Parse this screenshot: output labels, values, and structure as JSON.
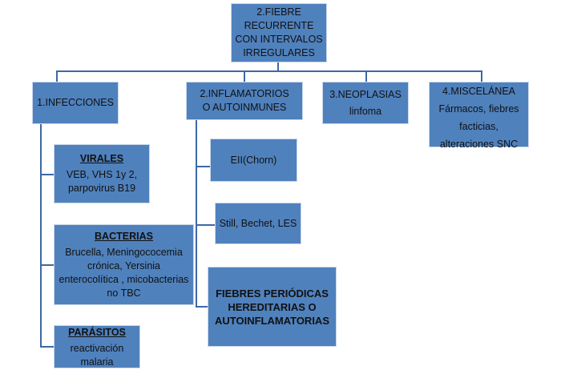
{
  "root": {
    "label": "2.FIEBRE RECURRENTE CON INTERVALOS IRREGULARES"
  },
  "categories": [
    {
      "label": "1.INFECCIONES"
    },
    {
      "label": "2.INFLAMATORIOS O AUTOINMUNES"
    },
    {
      "label": "3.NEOPLASIAS",
      "detail": "linfoma"
    },
    {
      "label": "4.MISCELÁNEA",
      "detail": "Fármacos, fiebres facticias, alteraciones SNC"
    }
  ],
  "infecciones": [
    {
      "title": "VIRALES",
      "detail": "VEB, VHS 1y 2, parpovirus B19"
    },
    {
      "title": "BACTERIAS",
      "detail": "Brucella, Meningococemia crónica, Yersinia enterocolítica , micobacterias no TBC"
    },
    {
      "title": "PARÁSITOS",
      "detail": "reactivación malaria"
    }
  ],
  "inflamatorios": [
    {
      "label": "EII(Chorn)"
    },
    {
      "label": "Still, Bechet, LES"
    },
    {
      "label": "FIEBRES PERIÓDICAS HEREDITARIAS O AUTOINFLAMATORIAS"
    }
  ],
  "colors": {
    "box": "#4f81bd",
    "line": "#3d68a5"
  }
}
